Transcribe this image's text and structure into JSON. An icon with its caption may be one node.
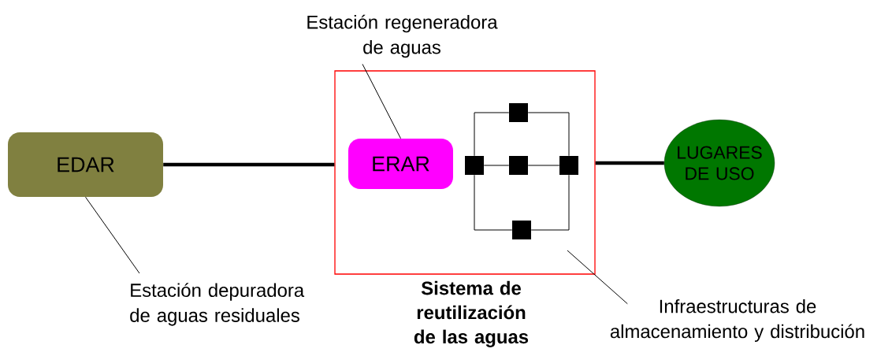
{
  "diagram": {
    "nodes": [
      {
        "text": [
          "Estación regeneradora de aguas"
        ]
      },
      {
        "text": [
          "EDAR"
        ]
      },
      {
        "text": [
          "Sistema de reutilización de las aguas"
        ]
      },
      {
        "text": [
          "ERAR"
        ],
        "in": 2
      },
      {
        "text": [],
        "shape": "box",
        "in": 2
      },
      {
        "text": [],
        "shape": "box",
        "in": 2
      },
      {
        "text": [],
        "shape": "box",
        "in": 2
      },
      {
        "text": [],
        "shape": "box",
        "in": 2
      },
      {
        "text": [],
        "shape": "box",
        "in": 2
      },
      {
        "text": [
          "LUGARES DE USO"
        ]
      },
      {
        "text": [
          "Estación depuradora de aguas residuales"
        ]
      },
      {
        "text": [
          "Infraestructuras de almacenamiento y distribución"
        ]
      }
    ],
    "edges": [
      {
        "from": 1,
        "to": 2,
        "arrow": "none",
        "style": "thick"
      },
      {
        "from": 2,
        "to": 9,
        "arrow": "none",
        "style": "thick"
      },
      {
        "from": 5,
        "to": 6,
        "arrow": "none"
      },
      {
        "from": 6,
        "to": 7,
        "arrow": "none"
      },
      {
        "from": 5,
        "to": 4,
        "arrow": "none"
      },
      {
        "from": 4,
        "to": 7,
        "arrow": "none"
      },
      {
        "from": 5,
        "to": 8,
        "arrow": "none"
      },
      {
        "from": 8,
        "to": 7,
        "arrow": "none"
      },
      {
        "from": 0,
        "to": 3,
        "arrow": "none"
      },
      {
        "from": 10,
        "to": 1,
        "arrow": "none"
      },
      {
        "from": 11,
        "to": null,
        "arrow": "none"
      }
    ]
  }
}
